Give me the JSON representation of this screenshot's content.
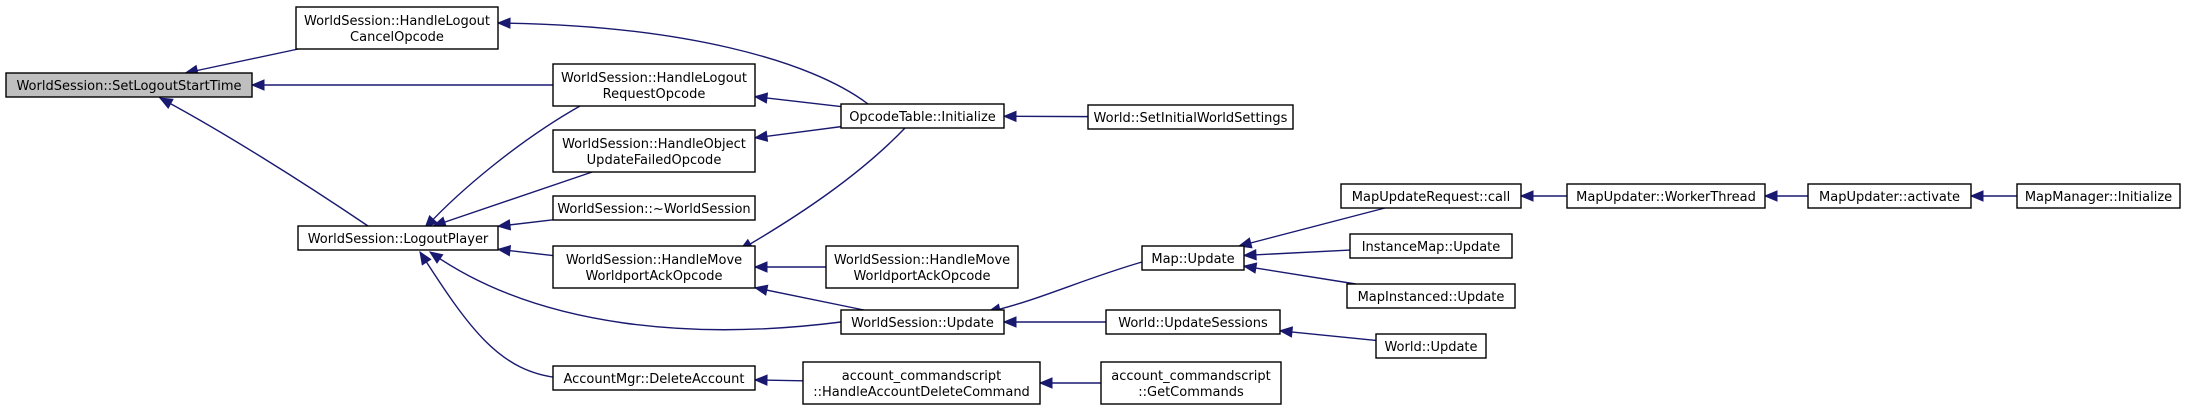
{
  "nodes": [
    {
      "id": "root",
      "lines": [
        "WorldSession::SetLogoutStartTime"
      ],
      "highlight": true
    },
    {
      "id": "cancel",
      "lines": [
        "WorldSession::HandleLogout",
        "CancelOpcode"
      ]
    },
    {
      "id": "logreq",
      "lines": [
        "WorldSession::HandleLogout",
        "RequestOpcode"
      ]
    },
    {
      "id": "objfail",
      "lines": [
        "WorldSession::HandleObject",
        "UpdateFailedOpcode"
      ]
    },
    {
      "id": "logout",
      "lines": [
        "WorldSession::LogoutPlayer"
      ]
    },
    {
      "id": "dtor",
      "lines": [
        "WorldSession::~WorldSession"
      ]
    },
    {
      "id": "movea",
      "lines": [
        "WorldSession::HandleMove",
        "WorldportAckOpcode"
      ]
    },
    {
      "id": "moveb",
      "lines": [
        "WorldSession::HandleMove",
        "WorldportAckOpcode"
      ]
    },
    {
      "id": "delacct",
      "lines": [
        "AccountMgr::DeleteAccount"
      ]
    },
    {
      "id": "opinit",
      "lines": [
        "OpcodeTable::Initialize"
      ]
    },
    {
      "id": "wsupd",
      "lines": [
        "WorldSession::Update"
      ]
    },
    {
      "id": "accmd",
      "lines": [
        "account_commandscript",
        "::HandleAccountDeleteCommand"
      ]
    },
    {
      "id": "getcmd",
      "lines": [
        "account_commandscript",
        "::GetCommands"
      ]
    },
    {
      "id": "initws",
      "lines": [
        "World::SetInitialWorldSettings"
      ]
    },
    {
      "id": "mapupd",
      "lines": [
        "Map::Update"
      ]
    },
    {
      "id": "updsess",
      "lines": [
        "World::UpdateSessions"
      ]
    },
    {
      "id": "worldupd",
      "lines": [
        "World::Update"
      ]
    },
    {
      "id": "mureq",
      "lines": [
        "MapUpdateRequest::call"
      ]
    },
    {
      "id": "instupd",
      "lines": [
        "InstanceMap::Update"
      ]
    },
    {
      "id": "mapinst",
      "lines": [
        "MapInstanced::Update"
      ]
    },
    {
      "id": "worker",
      "lines": [
        "MapUpdater::WorkerThread"
      ]
    },
    {
      "id": "activate",
      "lines": [
        "MapUpdater::activate"
      ]
    },
    {
      "id": "mminit",
      "lines": [
        "MapManager::Initialize"
      ]
    }
  ],
  "edges": [
    {
      "from": "cancel",
      "to": "root"
    },
    {
      "from": "logreq",
      "to": "root"
    },
    {
      "from": "logout",
      "to": "root"
    },
    {
      "from": "opinit",
      "to": "cancel"
    },
    {
      "from": "opinit",
      "to": "logreq"
    },
    {
      "from": "opinit",
      "to": "objfail"
    },
    {
      "from": "opinit",
      "to": "movea"
    },
    {
      "from": "initws",
      "to": "opinit"
    },
    {
      "from": "logreq",
      "to": "logout"
    },
    {
      "from": "objfail",
      "to": "logout"
    },
    {
      "from": "dtor",
      "to": "logout"
    },
    {
      "from": "movea",
      "to": "logout"
    },
    {
      "from": "wsupd",
      "to": "logout"
    },
    {
      "from": "delacct",
      "to": "logout"
    },
    {
      "from": "moveb",
      "to": "movea"
    },
    {
      "from": "wsupd",
      "to": "movea"
    },
    {
      "from": "mapupd",
      "to": "wsupd"
    },
    {
      "from": "updsess",
      "to": "wsupd"
    },
    {
      "from": "accmd",
      "to": "delacct"
    },
    {
      "from": "getcmd",
      "to": "accmd"
    },
    {
      "from": "mureq",
      "to": "mapupd"
    },
    {
      "from": "instupd",
      "to": "mapupd"
    },
    {
      "from": "mapinst",
      "to": "mapupd"
    },
    {
      "from": "worker",
      "to": "mureq"
    },
    {
      "from": "activate",
      "to": "worker"
    },
    {
      "from": "mminit",
      "to": "activate"
    },
    {
      "from": "worldupd",
      "to": "updsess"
    }
  ],
  "colors": {
    "edge": "#191970",
    "highlight_fill": "#bfbfbf",
    "node_fill": "#ffffff"
  }
}
